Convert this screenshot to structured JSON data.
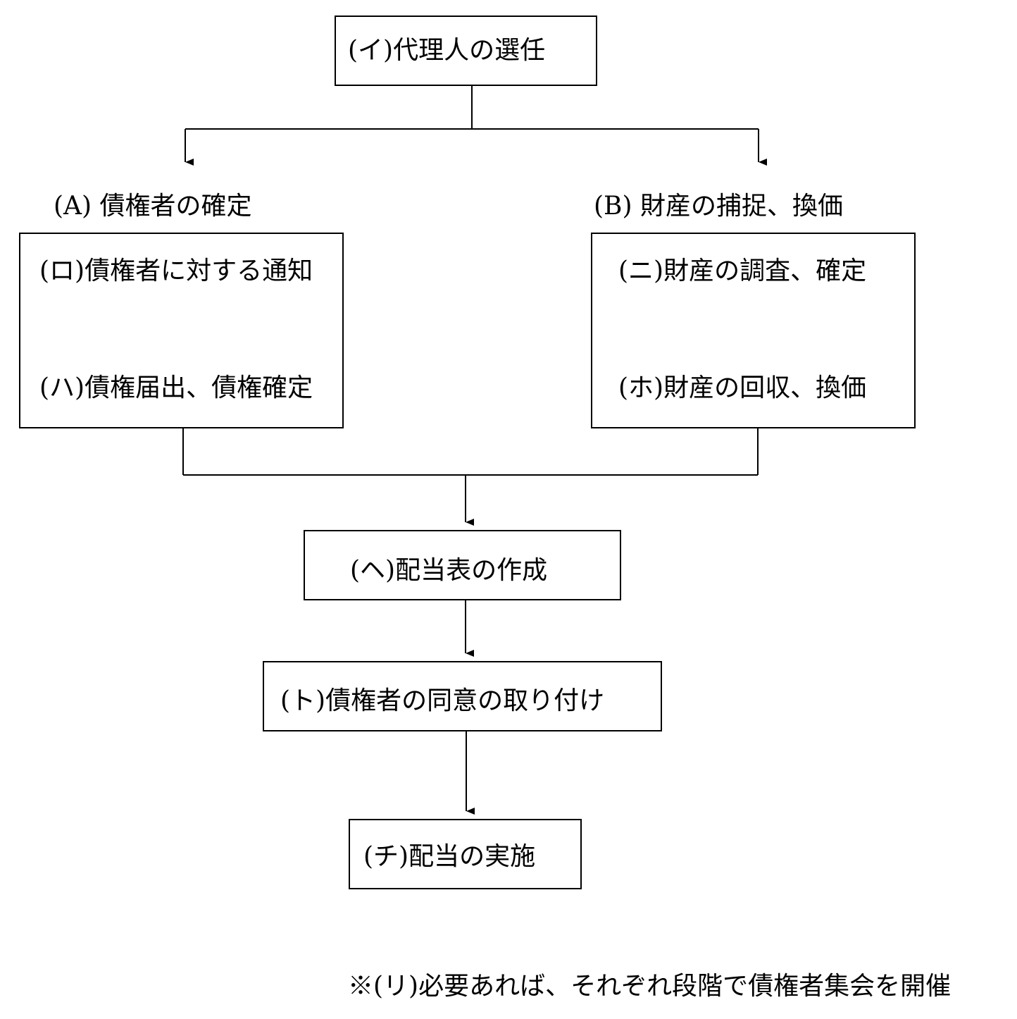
{
  "steps": {
    "i": "(イ)代理人の選任",
    "ro": "(ロ)債権者に対する通知",
    "ha": "(ハ)債権届出、債権確定",
    "ni": "(ニ)財産の調査、確定",
    "ho": "(ホ)財産の回収、換価",
    "he": "(ヘ)配当表の作成",
    "to": "(ト)債権者の同意の取り付け",
    "chi": "(チ)配当の実施"
  },
  "groups": {
    "a": "(A) 債権者の確定",
    "b": "(B) 財産の捕捉、換価"
  },
  "note": "※(リ)必要あれば、それぞれ段階で債権者集会を開催"
}
